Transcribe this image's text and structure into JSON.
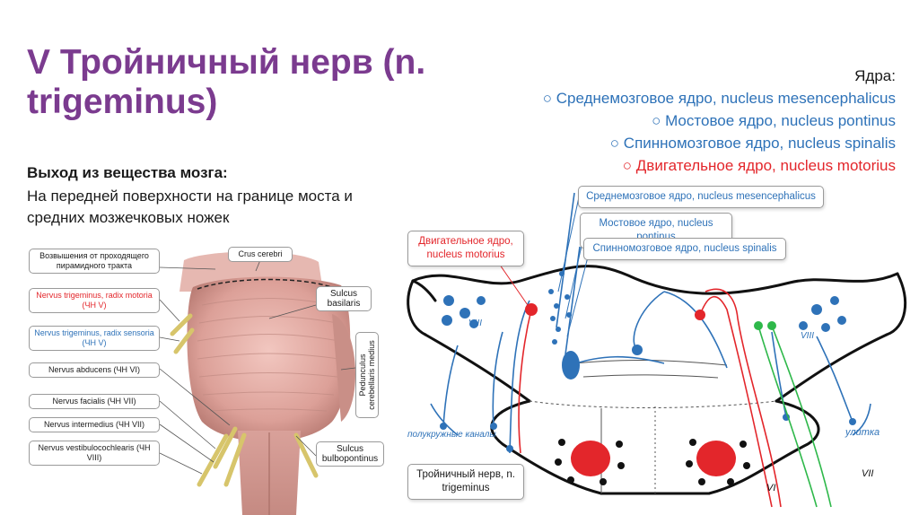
{
  "title": "V Тройничный нерв (n. trigeminus)",
  "exit": {
    "heading": "Выход из вещества мозга:",
    "text": "На передней поверхности на границе моста и средних мозжечковых ножек"
  },
  "nuclei": {
    "heading": "Ядра:",
    "items": [
      {
        "text": "○ Среднемозговое ядро, nucleus mesencephalicus",
        "color": "#2e72b8"
      },
      {
        "text": "○ Мостовое ядро, nucleus pontinus",
        "color": "#2e72b8"
      },
      {
        "text": "○ Спинномозговое ядро, nucleus spinalis",
        "color": "#2e72b8"
      },
      {
        "text": "○ Двигательное ядро, nucleus motorius",
        "color": "#e3262b"
      }
    ]
  },
  "anatomy": {
    "left_labels": [
      {
        "text": "Возвышения от проходящего пирамидного тракта",
        "color": "#1a1a1a"
      },
      {
        "text": "Nervus trigeminus, radix motoria (ЧН V)",
        "color": "#e3262b"
      },
      {
        "text": "Nervus trigeminus, radix sensoria (ЧН V)",
        "color": "#2e72b8"
      },
      {
        "text": "Nervus abducens (ЧН VI)",
        "color": "#1a1a1a"
      },
      {
        "text": "Nervus facialis (ЧН VII)",
        "color": "#1a1a1a"
      },
      {
        "text": "Nervus intermedius (ЧН VII)",
        "color": "#1a1a1a"
      },
      {
        "text": "Nervus vestibulocochlearis (ЧН VIII)",
        "color": "#1a1a1a"
      }
    ],
    "crus": "Crus cerebri",
    "sulcus_basilaris": "Sulcus basilaris",
    "pedunculus": "Pedunculus cerebellaris medius",
    "sulcus_bulbopontinus": "Sulcus bulbopontinus"
  },
  "diagram": {
    "mesencephalic": "Среднемозговое ядро, nucleus mesencephalicus",
    "pontine": "Мостовое ядро, nucleus pontinus",
    "spinal": "Спинномозговое ядро, nucleus spinalis",
    "motor": "Двигательное ядро, nucleus motorius",
    "trigeminal": "Тройничный нерв, n. trigeminus",
    "marks": {
      "viii": "VIII",
      "semicircular": "полукружные каналы",
      "cochlea": "улитка",
      "vi": "VI",
      "vii": "VII"
    }
  },
  "colors": {
    "title": "#7b3b8f",
    "blue": "#2e72b8",
    "red": "#e3262b",
    "green": "#2eb84a"
  }
}
